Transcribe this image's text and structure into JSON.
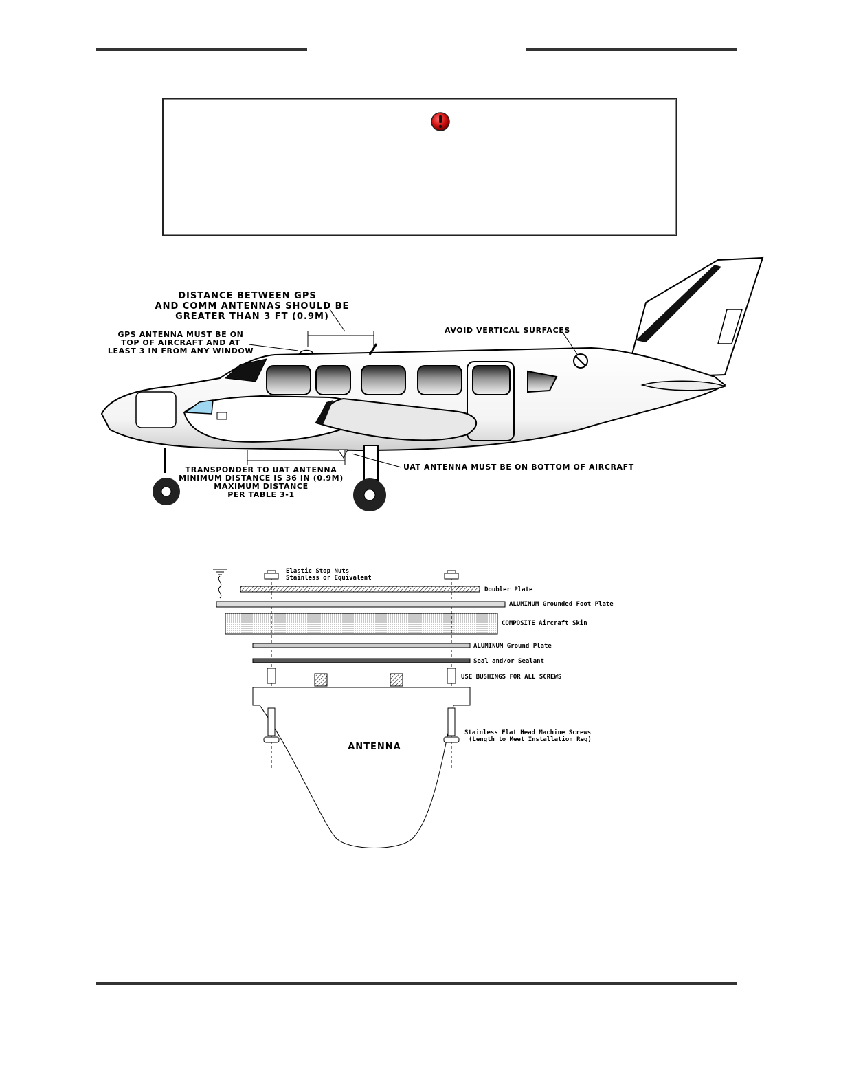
{
  "page": {
    "accent": "#cc1111"
  },
  "warning": {
    "icon": "exclamation-icon",
    "text": ""
  },
  "aircraft_figure": {
    "gps_comm_distance": [
      "DISTANCE BETWEEN GPS",
      "AND COMM ANTENNAS SHOULD BE",
      "GREATER THAN 3 FT (0.9M)"
    ],
    "gps_antenna": [
      "GPS ANTENNA MUST BE ON",
      "TOP OF AIRCRAFT AND AT",
      "LEAST 3 IN FROM ANY WINDOW"
    ],
    "avoid_vertical": "AVOID VERTICAL SURFACES",
    "transponder_distance": [
      "TRANSPONDER TO UAT ANTENNA",
      "MINIMUM DISTANCE IS 36 IN (0.9M)",
      "MAXIMUM DISTANCE",
      "PER TABLE 3-1"
    ],
    "uat_bottom": "UAT ANTENNA MUST BE ON BOTTOM OF AIRCRAFT"
  },
  "mount_figure": {
    "elastic_stop_nuts": [
      "Elastic Stop Nuts",
      "Stainless or Equivalent"
    ],
    "doubler_plate": "Doubler Plate",
    "foot_plate": "ALUMINUM Grounded Foot Plate",
    "composite_skin": "COMPOSITE Aircraft Skin",
    "ground_plate": "ALUMINUM Ground Plate",
    "seal": "Seal and/or Sealant",
    "bushings": "USE BUSHINGS FOR ALL SCREWS",
    "screws": [
      "Stainless Flat Head Machine Screws",
      "(Length to Meet Installation Req)"
    ],
    "antenna": "ANTENNA"
  }
}
